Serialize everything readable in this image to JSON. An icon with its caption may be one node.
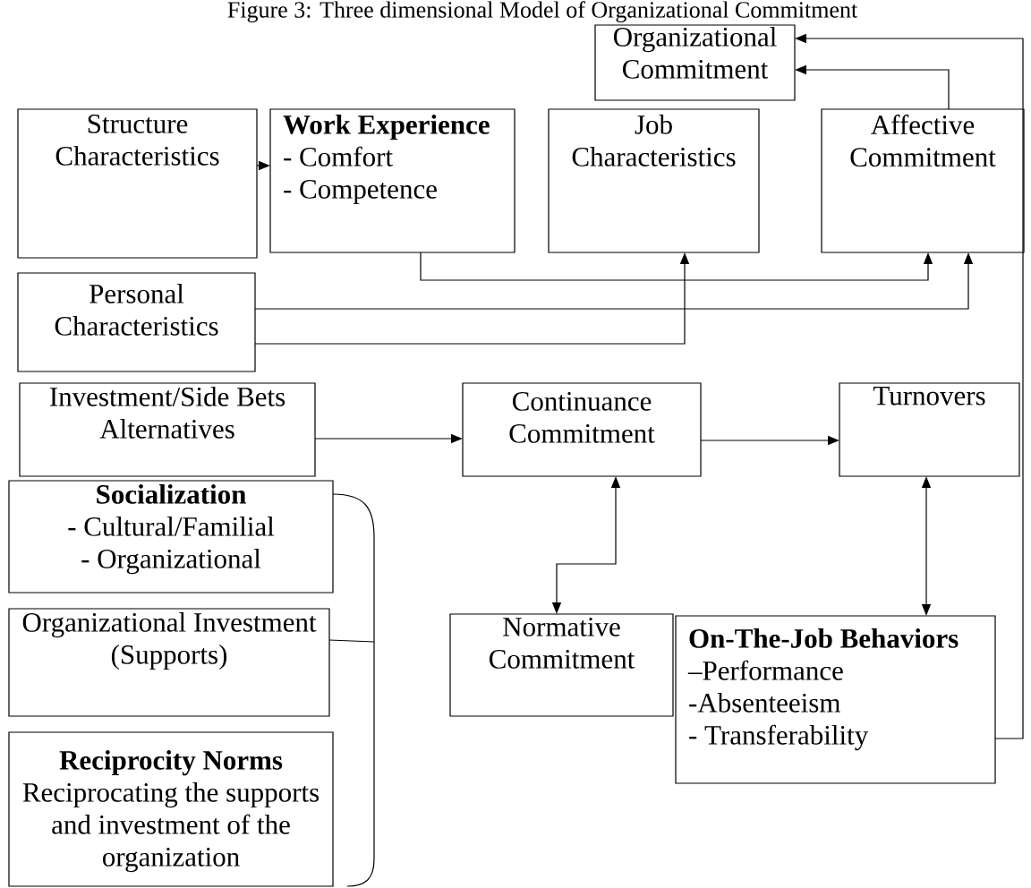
{
  "diagram": {
    "title": "Figure 3: Three dimensional Model of Organizational Commitment",
    "nodes": [
      {
        "text": [
          "Organizational Commitment"
        ]
      },
      {
        "text": [
          "Structure Characteristics"
        ]
      },
      {
        "text": [
          "Work Experience",
          "- Comfort",
          "- Competence"
        ]
      },
      {
        "text": [
          "Job Characteristics"
        ]
      },
      {
        "text": [
          "Affective Commitment"
        ]
      },
      {
        "text": [
          "Personal Characteristics"
        ]
      },
      {
        "text": [
          "Investment/Side Bets Alternatives"
        ]
      },
      {
        "text": [
          "Continuance Commitment"
        ]
      },
      {
        "text": [
          "Turnovers"
        ]
      },
      {
        "text": [
          "Socialization",
          "- Cultural/Familial",
          "- Organizational"
        ]
      },
      {
        "text": [
          "Organizational Investment (Supports)"
        ]
      },
      {
        "text": [
          "Reciprocity Norms",
          "Reciprocating the supports and investment of the organization"
        ]
      },
      {
        "text": [
          "Normative Commitment"
        ]
      },
      {
        "text": [
          "On-The-Job Behaviors",
          "–Performance",
          "-Absenteeism",
          "- Transferability"
        ]
      },
      {
        "text": [],
        "shape": "bracket"
      }
    ],
    "edges": [
      {
        "from": 1,
        "to": 2,
        "arrow": "to"
      },
      {
        "from": 2,
        "to": 4,
        "arrow": "to"
      },
      {
        "from": 5,
        "to": 4,
        "arrow": "to"
      },
      {
        "from": 5,
        "to": 3,
        "arrow": "to"
      },
      {
        "from": 4,
        "to": 0,
        "arrow": "to"
      },
      {
        "from": 13,
        "to": 0,
        "arrow": "to"
      },
      {
        "from": 6,
        "to": 7,
        "arrow": "to"
      },
      {
        "from": 7,
        "to": 8,
        "arrow": "to"
      },
      {
        "from": 8,
        "to": 13,
        "arrow": "both"
      },
      {
        "from": 7,
        "to": 12,
        "arrow": "both"
      },
      {
        "from": 10,
        "to": 14,
        "arrow": "none"
      }
    ]
  }
}
